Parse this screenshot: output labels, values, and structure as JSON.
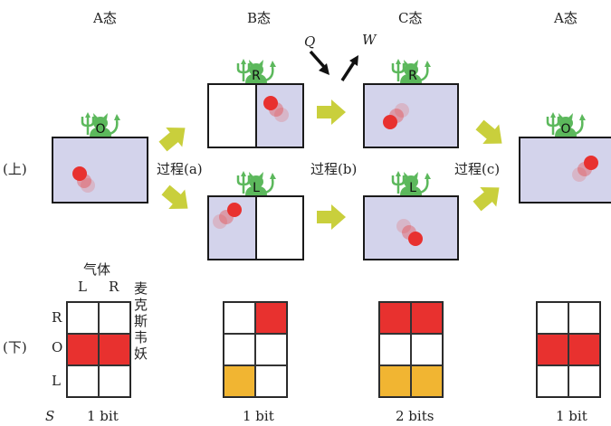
{
  "states": {
    "a1": "A态",
    "b": "B态",
    "c": "C态",
    "a2": "A态"
  },
  "row_labels": {
    "upper": "(上)",
    "lower": "(下)"
  },
  "processes": {
    "a": "过程(a)",
    "b": "过程(b)",
    "c": "过程(c)"
  },
  "flows": {
    "heat": "Q",
    "work": "W"
  },
  "demons": {
    "a1": "O",
    "b_top": "R",
    "b_bottom": "L",
    "c_top": "R",
    "c_bottom": "L",
    "a2": "O"
  },
  "grid_axes": {
    "gas_label": "气体",
    "gas_left": "L",
    "gas_right": "R",
    "demon_label": "麦克斯韦妖",
    "row_r": "R",
    "row_o": "O",
    "row_l": "L"
  },
  "entropy": {
    "symbol": "S",
    "values": [
      "1 bit",
      "1 bit",
      "2 bits",
      "1 bit"
    ]
  },
  "grids": [
    {
      "cells": [
        "white",
        "white",
        "red",
        "red",
        "white",
        "white"
      ]
    },
    {
      "cells": [
        "white",
        "red",
        "white",
        "white",
        "orange",
        "white"
      ]
    },
    {
      "cells": [
        "red",
        "red",
        "white",
        "white",
        "orange",
        "orange"
      ]
    },
    {
      "cells": [
        "white",
        "white",
        "red",
        "red",
        "white",
        "white"
      ]
    }
  ],
  "colors": {
    "chamber": "#d3d3eb",
    "demon": "#5cb85c",
    "arrow": "#c9cf3c",
    "particle": "#e8312f",
    "occupied": "#e8312f",
    "memory": "#f1b532"
  }
}
